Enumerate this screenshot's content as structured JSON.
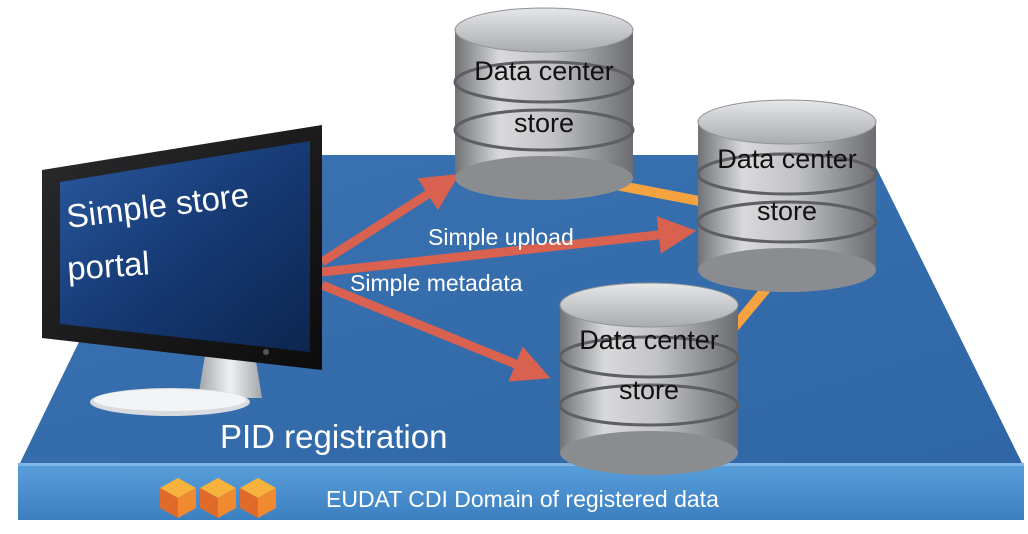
{
  "monitor": {
    "screen_text_line1": "Simple store",
    "screen_text_line2": "portal"
  },
  "arrows": {
    "upload_label": "Simple upload",
    "metadata_label": "Simple metadata"
  },
  "data_centers": [
    {
      "title": "Data center",
      "subtitle": "store"
    },
    {
      "title": "Data center",
      "subtitle": "store"
    },
    {
      "title": "Data center",
      "subtitle": "store"
    }
  ],
  "platform": {
    "pid_label": "PID registration",
    "domain_label": "EUDAT CDI Domain of registered data"
  },
  "colors": {
    "platform_top": "#3f7dc0",
    "platform_front": "#4e93d2",
    "arrow": "#d9614f",
    "link": "#f4a340",
    "cylinder": "#9ea0a3",
    "screen": "#1c3f7a"
  }
}
